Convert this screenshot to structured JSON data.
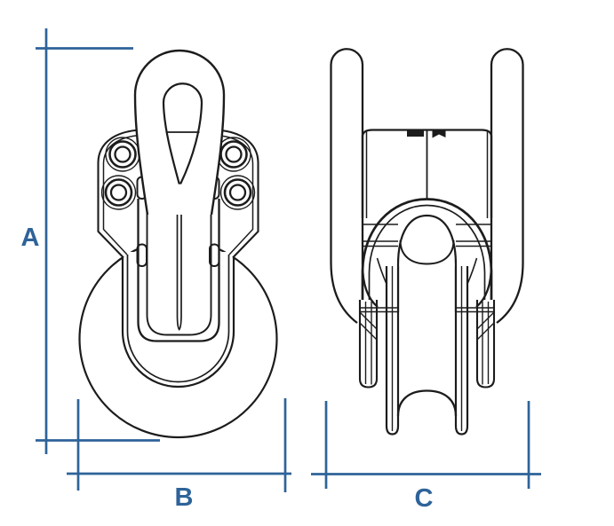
{
  "colors": {
    "dimension": "#2e6399",
    "line": "#1c1c1c",
    "background": "#ffffff"
  },
  "dimension_labels": {
    "a": "A",
    "b": "B",
    "c": "C"
  }
}
